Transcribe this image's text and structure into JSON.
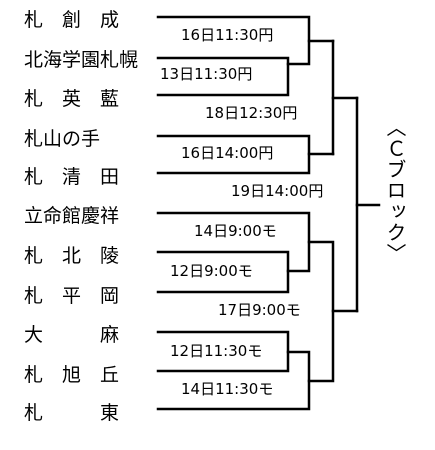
{
  "teams": [
    {
      "name": "札　創　成"
    },
    {
      "name": "北海学園札幌"
    },
    {
      "name": "札　英　藍"
    },
    {
      "name": "札山の手"
    },
    {
      "name": "札　清　田"
    },
    {
      "name": "立命館慶祥"
    },
    {
      "name": "札　北　陵"
    },
    {
      "name": "札　平　岡"
    },
    {
      "name": "大　　　麻"
    },
    {
      "name": "札　旭　丘"
    },
    {
      "name": "札　　　東"
    }
  ],
  "matches": [
    {
      "label": "16日11:30円"
    },
    {
      "label": "13日11:30円"
    },
    {
      "label": "18日12:30円"
    },
    {
      "label": "16日14:00円"
    },
    {
      "label": "19日14:00円"
    },
    {
      "label": "14日9:00モ"
    },
    {
      "label": "12日9:00モ"
    },
    {
      "label": "17日9:00モ"
    },
    {
      "label": "12日11:30モ"
    },
    {
      "label": "14日11:30モ"
    }
  ],
  "block": {
    "label": "〈Ｃブロック〉"
  }
}
